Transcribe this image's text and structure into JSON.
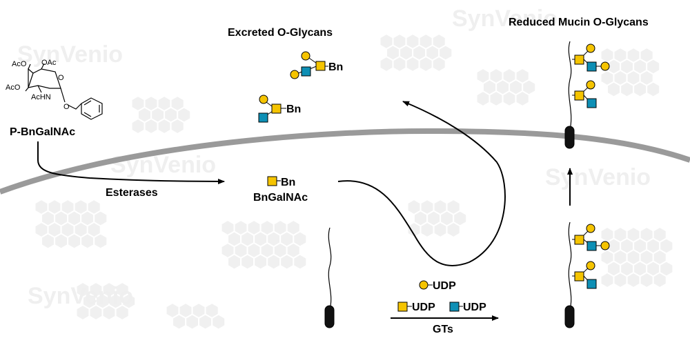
{
  "watermark": {
    "text": "SynVenio",
    "color": "#eeeeee"
  },
  "colors": {
    "galnac_yellow": "#F5C400",
    "glcnac_blue": "#0E8FB5",
    "membrane": "#9a9a9a",
    "hexagon_fill": "#f0f0f0"
  },
  "labels": {
    "prodrug": "P-BnGalNAc",
    "excreted_title": "Excreted O-Glycans",
    "reduced_title": "Reduced Mucin O-Glycans",
    "esterases": "Esterases",
    "bngalnac": "BnGalNAc",
    "gts": "GTs"
  },
  "chem_labels": {
    "aco_top": "AcO",
    "oac_top": "OAc",
    "aco_left": "AcO",
    "achn": "AcHN",
    "o_ring": "O",
    "o_link": "O"
  },
  "glycan_labels": {
    "bn_excreted_1": "Bn",
    "bn_excreted_2": "Bn",
    "bn_inside": "Bn",
    "udp_circle": "UDP",
    "udp_square_yellow": "UDP",
    "udp_square_blue": "UDP"
  }
}
